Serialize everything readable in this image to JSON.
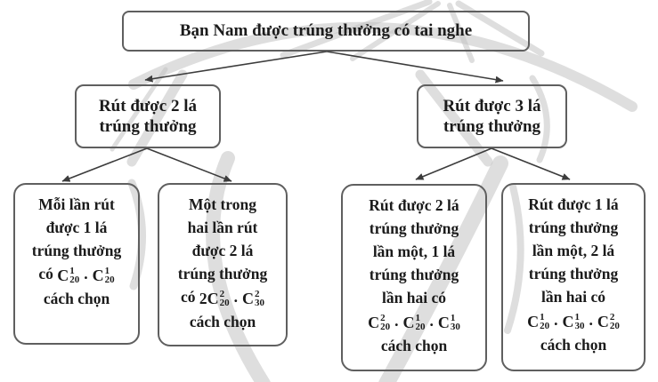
{
  "diagram": {
    "root": {
      "lines": [
        {
          "text": "Bạn Nam được trúng thưởng có tai nghe"
        }
      ]
    },
    "branches": [
      {
        "lines": [
          {
            "text": "Rút được 2 lá"
          },
          {
            "text": "trúng thưởng"
          }
        ]
      },
      {
        "lines": [
          {
            "text": "Rút được 3 lá"
          },
          {
            "text": "trúng thưởng"
          }
        ]
      }
    ],
    "leaves": [
      {
        "lines": [
          {
            "text": "Mỗi lần rút"
          },
          {
            "text": "được 1 lá"
          },
          {
            "text": "trúng thưởng"
          },
          {
            "text": "có",
            "formula": [
              {
                "base": "C",
                "sup": "1",
                "sub": "20"
              },
              {
                "base": "C",
                "sup": "1",
                "sub": "20"
              }
            ]
          },
          {
            "text": "cách chọn"
          }
        ]
      },
      {
        "lines": [
          {
            "text": "Một trong"
          },
          {
            "text": "hai lần rút"
          },
          {
            "text": "được 2 lá"
          },
          {
            "text": "trúng thưởng"
          },
          {
            "text": "có",
            "formula": [
              {
                "coef": "2",
                "base": "C",
                "sup": "2",
                "sub": "20"
              },
              {
                "base": "C",
                "sup": "2",
                "sub": "30"
              }
            ]
          },
          {
            "text": "cách chọn"
          }
        ]
      },
      {
        "lines": [
          {
            "text": "Rút được 2 lá"
          },
          {
            "text": "trúng thưởng"
          },
          {
            "text": "lần một, 1 lá"
          },
          {
            "text": "trúng thưởng"
          },
          {
            "text": "lần hai có"
          },
          {
            "text": "",
            "formula": [
              {
                "base": "C",
                "sup": "2",
                "sub": "20"
              },
              {
                "base": "C",
                "sup": "1",
                "sub": "20"
              },
              {
                "base": "C",
                "sup": "1",
                "sub": "30"
              }
            ]
          },
          {
            "text": "cách chọn"
          }
        ]
      },
      {
        "lines": [
          {
            "text": "Rút được 1 lá"
          },
          {
            "text": "trúng thưởng"
          },
          {
            "text": "lần một, 2 lá"
          },
          {
            "text": "trúng thưởng"
          },
          {
            "text": "lần hai có"
          },
          {
            "text": "",
            "formula": [
              {
                "base": "C",
                "sup": "1",
                "sub": "20"
              },
              {
                "base": "C",
                "sup": "1",
                "sub": "30"
              },
              {
                "base": "C",
                "sup": "2",
                "sub": "20"
              }
            ]
          },
          {
            "text": "cách chọn"
          }
        ]
      }
    ],
    "separator": ".",
    "colors": {
      "border": "#5f5f5f",
      "text": "#1b1b1b",
      "arrow": "#3c3c3c",
      "watermark": "#c3c3c3",
      "background": "#ffffff"
    }
  }
}
